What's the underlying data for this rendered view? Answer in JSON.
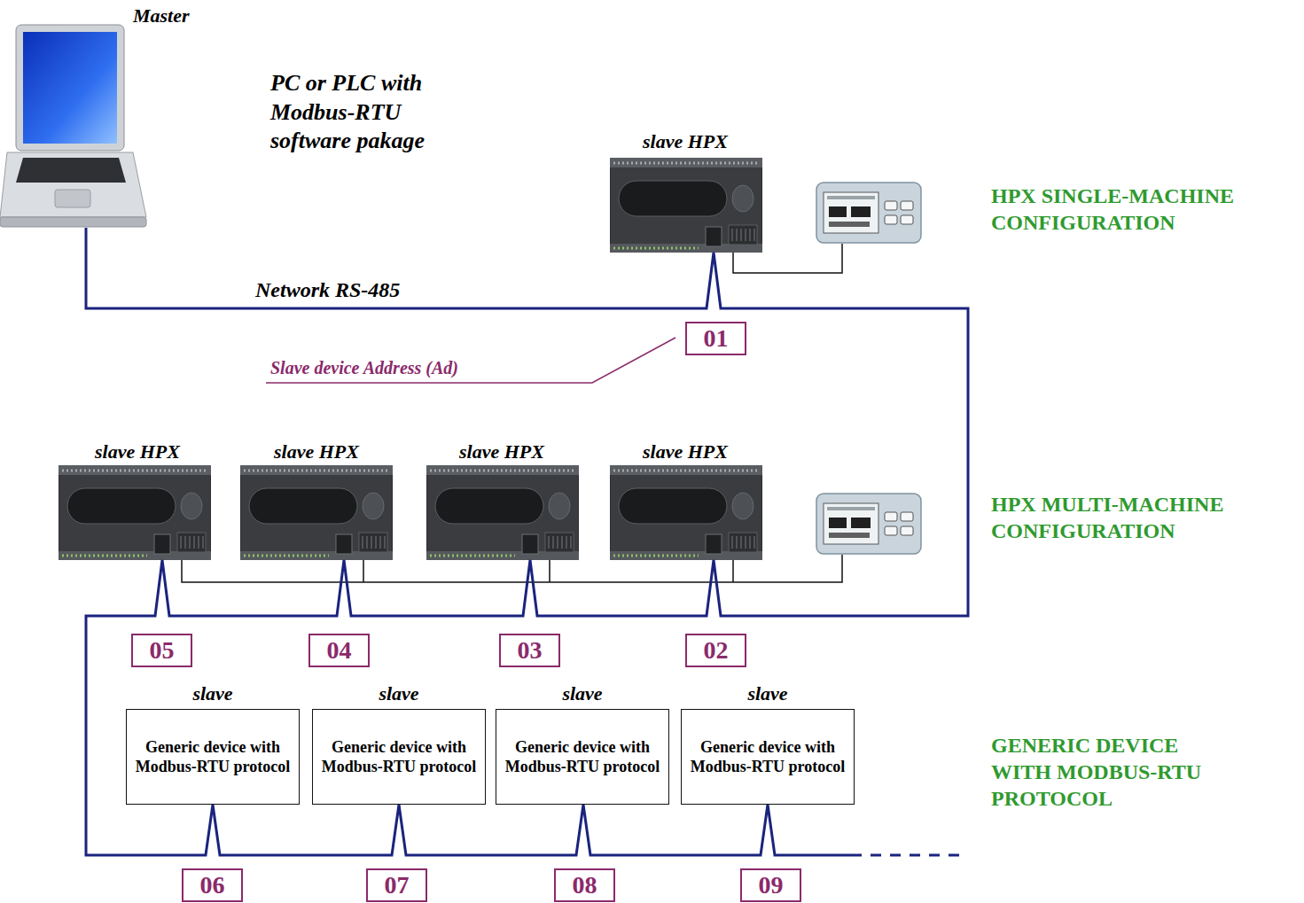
{
  "diagram": {
    "nodes": [
      {
        "text": [
          "01"
        ]
      },
      {
        "text": [
          "05"
        ]
      },
      {
        "text": [
          "04"
        ]
      },
      {
        "text": [
          "03"
        ]
      },
      {
        "text": [
          "02"
        ]
      },
      {
        "text": [
          "slave",
          "Generic device with Modbus-RTU protocol"
        ]
      },
      {
        "text": [
          "slave",
          "Generic device with Modbus-RTU protocol"
        ]
      },
      {
        "text": [
          "slave",
          "Generic device with Modbus-RTU protocol"
        ]
      },
      {
        "text": [
          "slave",
          "Generic device with Modbus-RTU protocol"
        ]
      },
      {
        "text": [
          "06"
        ]
      },
      {
        "text": [
          "07"
        ]
      },
      {
        "text": [
          "08"
        ]
      },
      {
        "text": [
          "09"
        ]
      }
    ],
    "labels": [
      "Master",
      "PC or PLC with Modbus-RTU software pakage",
      "slave HPX",
      "HPX SINGLE-MACHINE CONFIGURATION",
      "Network RS-485",
      "Slave device Address (Ad)",
      "slave HPX",
      "slave HPX",
      "slave HPX",
      "slave HPX",
      "HPX MULTI-MACHINE CONFIGURATION",
      "GENERIC DEVICE WITH MODBUS-RTU PROTOCOL"
    ]
  }
}
